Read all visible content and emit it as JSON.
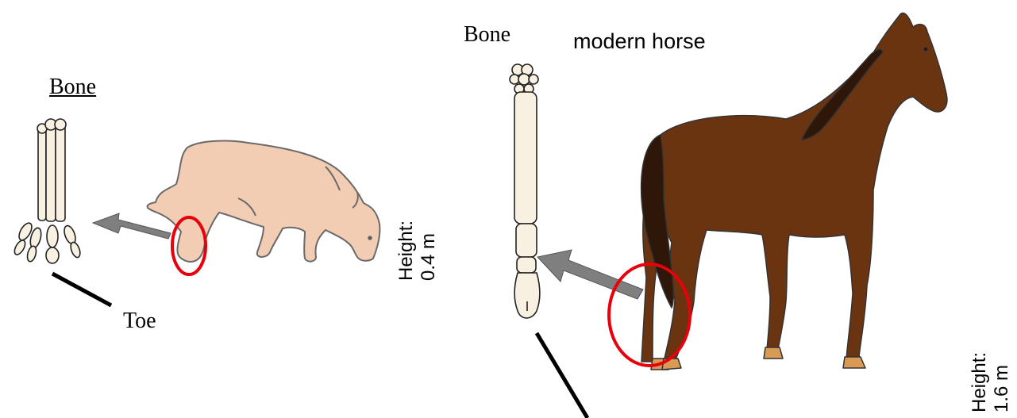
{
  "labels": {
    "bone_left": "Bone",
    "bone_right": "Bone",
    "toe": "Toe",
    "modern_horse": "modern horse"
  },
  "heights": {
    "small_title": "Height:",
    "small_value": "0.4 m",
    "large_title": "Height:",
    "large_value": "1.6 m"
  },
  "colors": {
    "early_horse_body": "#f2cdb3",
    "modern_horse_body": "#6b3410",
    "modern_horse_mane": "#2e1608",
    "hoof": "#d89a55",
    "bone": "#f8f0e0",
    "arrow": "#7f7f7f",
    "highlight_circle": "#e8000b"
  }
}
